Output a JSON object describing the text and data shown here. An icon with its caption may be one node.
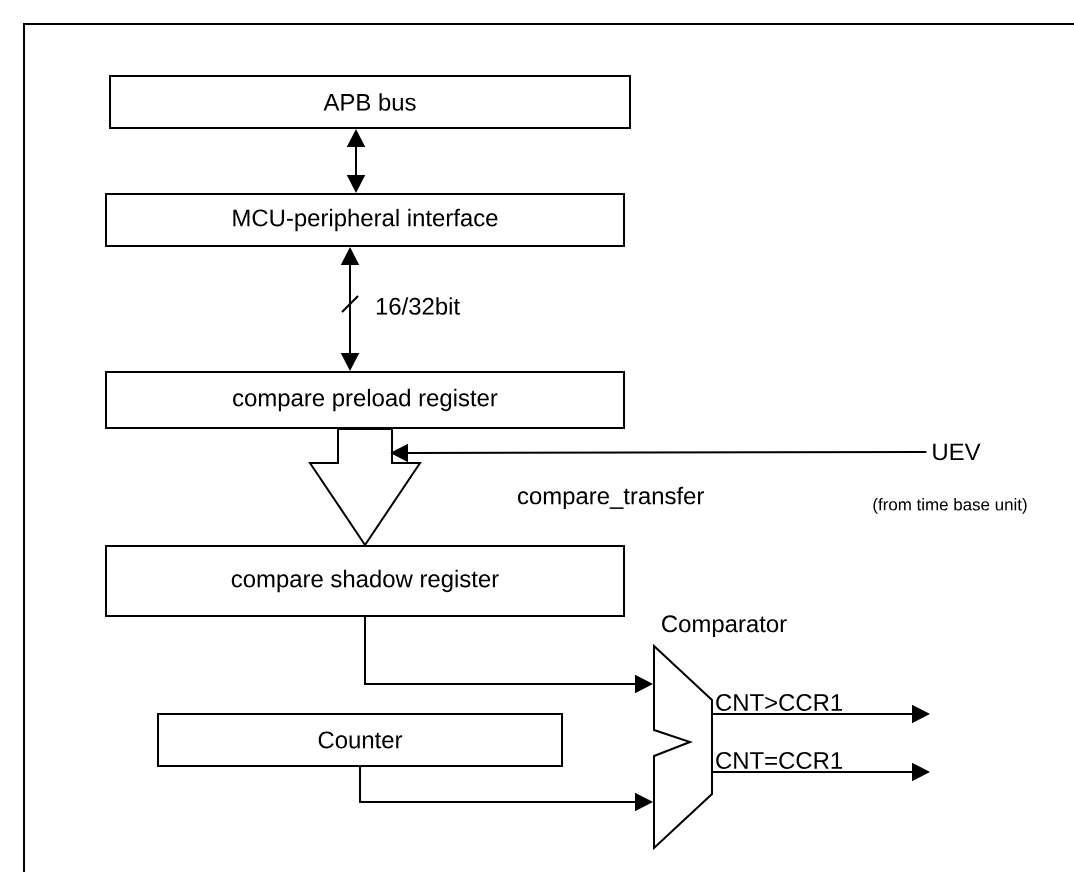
{
  "diagram": {
    "nodes": [
      {
        "text": [
          "APB bus"
        ]
      },
      {
        "text": [
          "MCU-peripheral interface"
        ]
      },
      {
        "text": [
          "compare preload register"
        ]
      },
      {
        "text": [
          "compare shadow register"
        ]
      },
      {
        "text": [
          "Counter"
        ]
      },
      {
        "text": [
          "Comparator"
        ]
      },
      {
        "text": [
          "UEV"
        ],
        "beside": [
          "(from time base unit)"
        ]
      }
    ],
    "edges": [
      {
        "from": 0,
        "to": 1,
        "arrow": "both"
      },
      {
        "from": 1,
        "to": 2,
        "arrow": "both",
        "label": "16/32bit"
      },
      {
        "from": 2,
        "to": 3,
        "arrow": "to",
        "style": "thick"
      },
      {
        "from": 6,
        "to": 2,
        "arrow": "to",
        "label": "compare_transfer"
      },
      {
        "from": 3,
        "to": 5,
        "arrow": "to"
      },
      {
        "from": 4,
        "to": 5,
        "arrow": "to"
      },
      {
        "from": 5,
        "to": null,
        "arrow": "to",
        "label": "CNT>CCR1"
      },
      {
        "from": 5,
        "to": null,
        "arrow": "to",
        "label": "CNT=CCR1"
      }
    ]
  }
}
